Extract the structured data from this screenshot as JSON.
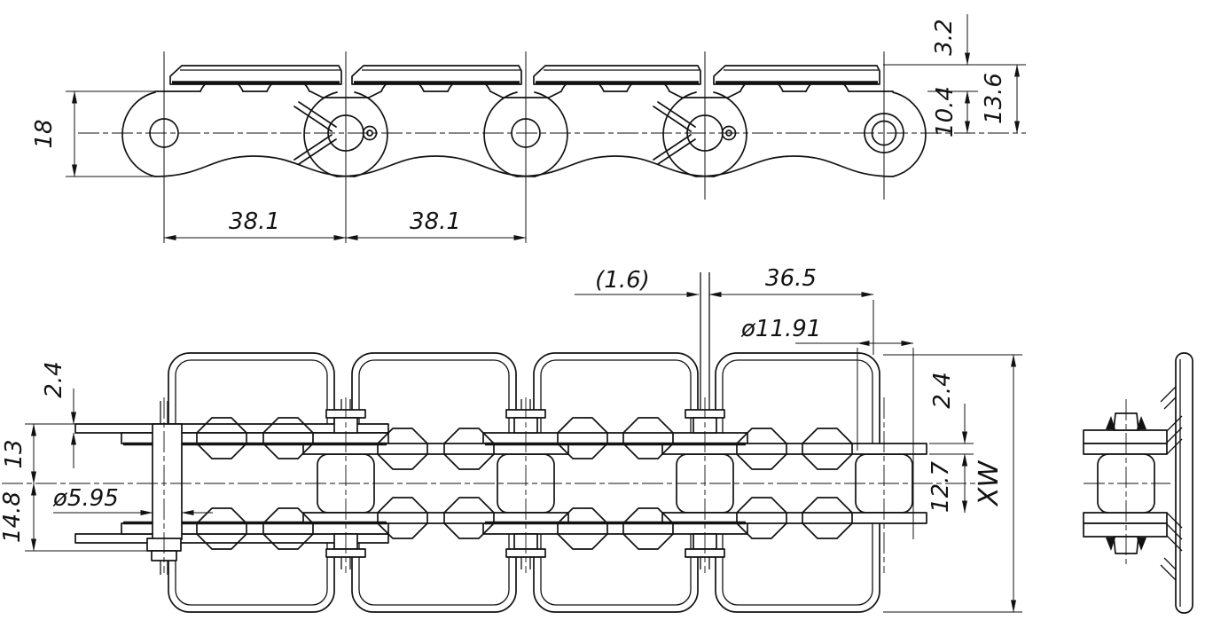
{
  "drawing": {
    "background": "#ffffff",
    "stroke_color": "#121212",
    "dims": {
      "plate_height": "18",
      "pitch_a": "38.1",
      "pitch_b": "38.1",
      "top_plate_thickness": "3.2",
      "center_to_link_top": "10.4",
      "center_to_top_plate": "13.6",
      "plate_edge_left": "2.4",
      "center_to_top_face": "13",
      "center_to_pin_end": "14.8",
      "pin_diameter": "ø5.95",
      "plate_gap": "(1.6)",
      "top_plate_length": "36.5",
      "roller_diameter": "ø11.91",
      "plate_edge_right": "2.4",
      "inner_width": "12.7",
      "top_plate_width": "XW"
    }
  }
}
